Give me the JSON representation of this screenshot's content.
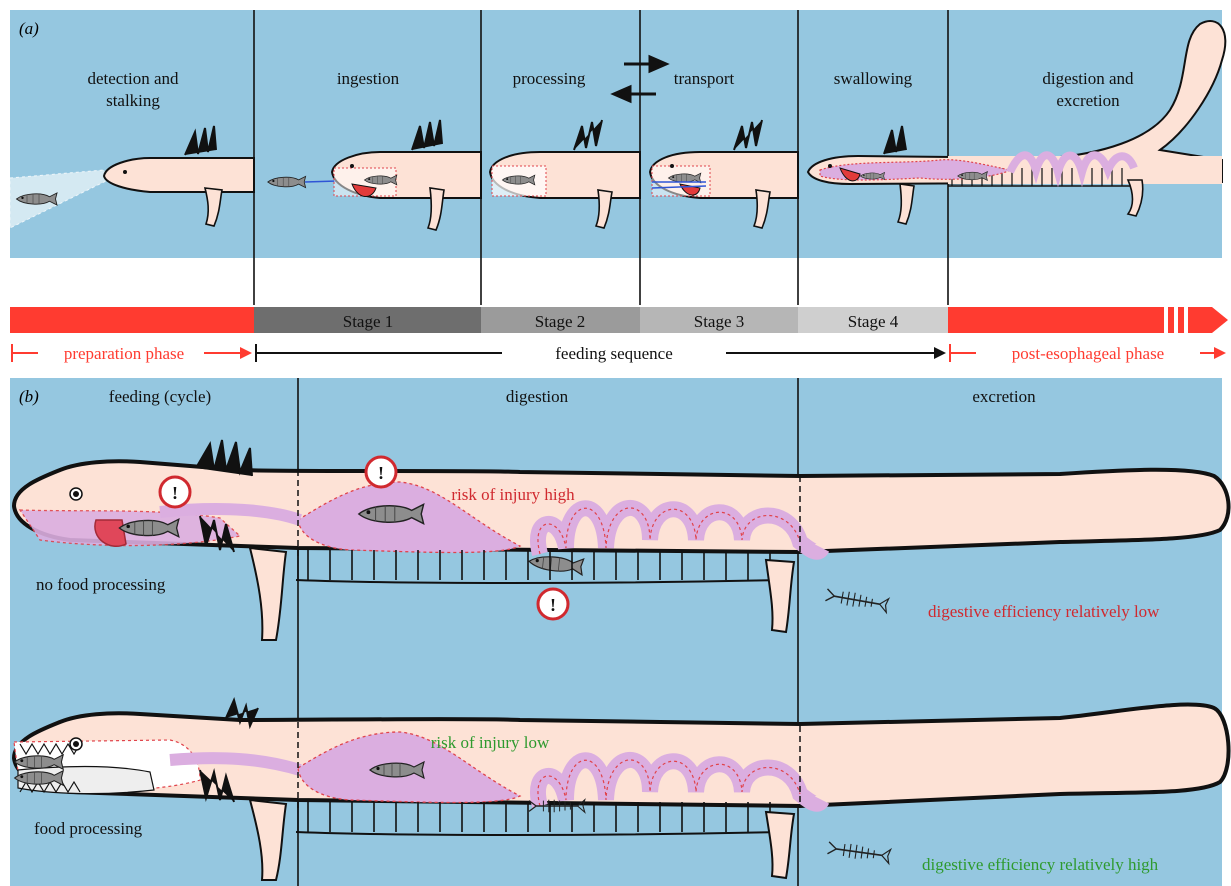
{
  "panel_a": {
    "label": "(a)",
    "stages": [
      {
        "title_line1": "detection and",
        "title_line2": "stalking"
      },
      {
        "title_line1": "ingestion",
        "title_line2": ""
      },
      {
        "title_line1": "processing",
        "title_line2": ""
      },
      {
        "title_line1": "transport",
        "title_line2": ""
      },
      {
        "title_line1": "swallowing",
        "title_line2": ""
      },
      {
        "title_line1": "digestion and",
        "title_line2": "excretion"
      }
    ],
    "bar_labels": [
      "Stage 1",
      "Stage 2",
      "Stage 3",
      "Stage 4"
    ],
    "phases": {
      "preparation": "preparation phase",
      "feeding": "feeding sequence",
      "post": "post-esophageal phase"
    }
  },
  "panel_b": {
    "label": "(b)",
    "headers": {
      "feeding": "feeding (cycle)",
      "digestion": "digestion",
      "excretion": "excretion"
    },
    "row1": {
      "label": "no food processing",
      "risk": "risk of injury high",
      "efficiency": "digestive efficiency relatively low",
      "warning_glyph": "!"
    },
    "row2": {
      "label": "food processing",
      "risk": "risk of injury low",
      "efficiency": "digestive efficiency relatively high"
    }
  },
  "colors": {
    "water": "#95c7e0",
    "skin": "#fde2d6",
    "gut": "#dbaee0",
    "red": "#ff3b30",
    "dark_red": "#d0292f",
    "green": "#2e9a2e",
    "stage1": "#6e6e6e",
    "stage2": "#9b9b9b",
    "stage3": "#b6b6b6",
    "stage4": "#cfcfcf"
  },
  "icons": [
    "fish-icon",
    "warning-icon",
    "fish-skeleton-icon",
    "double-arrow-icon"
  ]
}
